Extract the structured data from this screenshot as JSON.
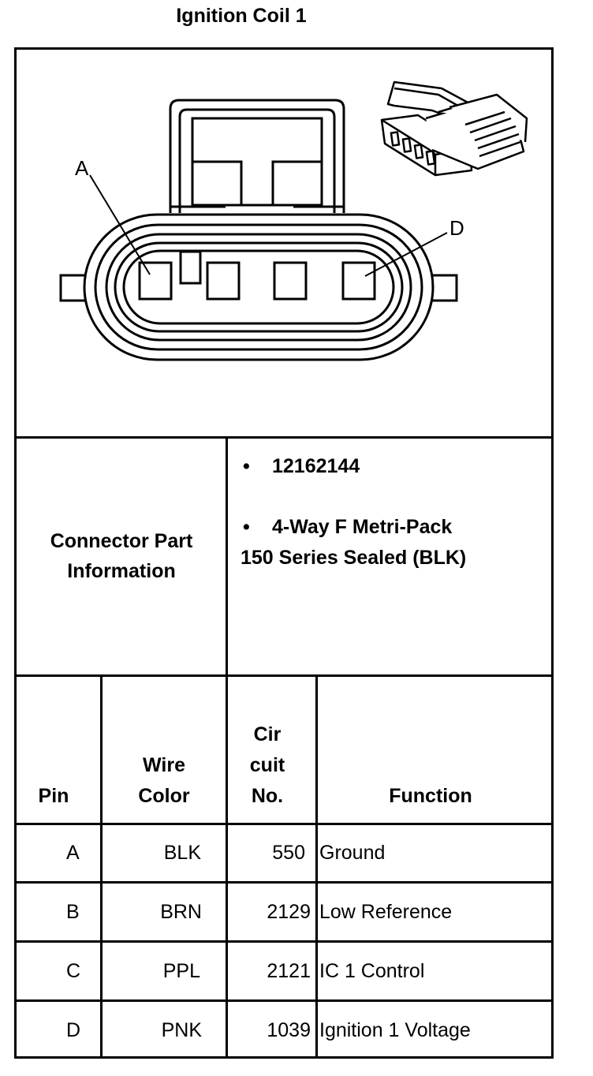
{
  "title": "Ignition Coil 1",
  "diagram": {
    "pin_label_a": "A",
    "pin_label_d": "D"
  },
  "connector_info": {
    "label_line1": "Connector Part",
    "label_line2": "Information",
    "bullet": "•",
    "part_number": "12162144",
    "description_line1": "4-Way F Metri-Pack",
    "description_line2": "150 Series Sealed (BLK)"
  },
  "table": {
    "headers": {
      "pin": "Pin",
      "wire_color_1": "Wire",
      "wire_color_2": "Color",
      "circuit_1": "Cir",
      "circuit_2": "cuit",
      "circuit_3": "No.",
      "function": "Function"
    },
    "rows": [
      {
        "pin": "A",
        "color": "BLK",
        "circuit": "550",
        "function": "Ground"
      },
      {
        "pin": "B",
        "color": "BRN",
        "circuit": "2129",
        "function": "Low Reference"
      },
      {
        "pin": "C",
        "color": "PPL",
        "circuit": "2121",
        "function": "IC 1 Control"
      },
      {
        "pin": "D",
        "color": "PNK",
        "circuit": "1039",
        "function": "Ignition 1 Voltage"
      }
    ]
  }
}
